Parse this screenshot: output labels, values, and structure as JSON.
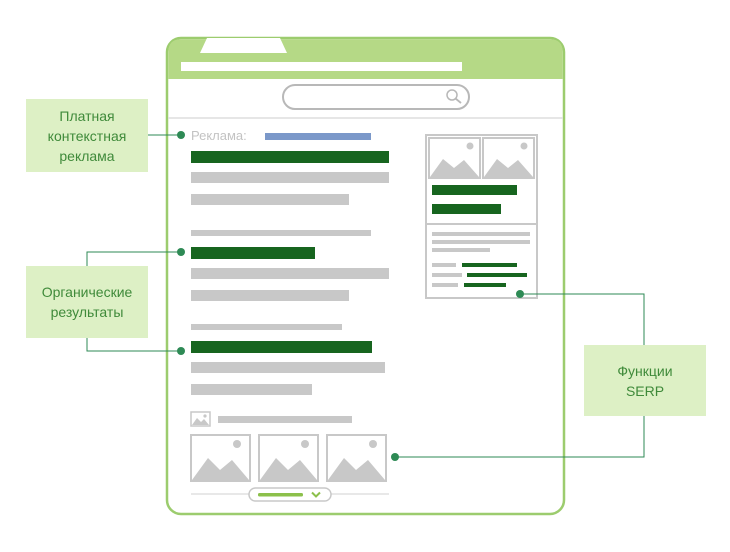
{
  "callouts": {
    "paid": [
      "Платная",
      "контекстная",
      "реклама"
    ],
    "organic": [
      "Органические",
      "результаты"
    ],
    "serp": [
      "Функции",
      "SERP"
    ]
  },
  "ad_label": "Реклама:",
  "colors": {
    "frame": "#9ccc6e",
    "header_fill": "#b5d986",
    "primary_bar": "#17651f",
    "secondary_bar": "#c8c8c8",
    "ad_url_bar": "#7b98c9",
    "callout_fill": "#ddf0c5",
    "callout_text": "#3f8a3a",
    "connector": "#2e8a55",
    "scroll_pill": "#8cc04b"
  },
  "icons": [
    "search-icon",
    "image-icon",
    "chevron-down-icon"
  ]
}
